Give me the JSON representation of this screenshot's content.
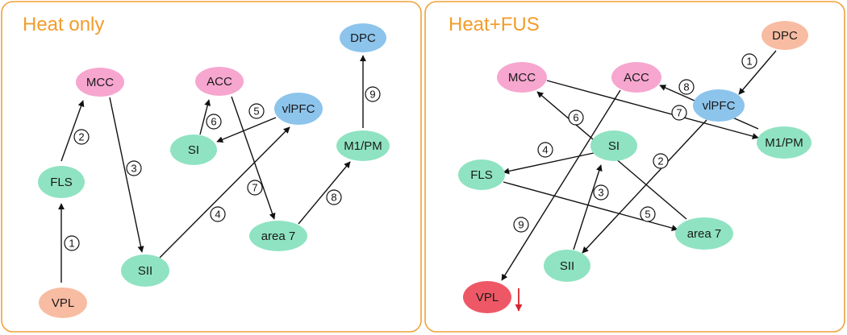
{
  "colors": {
    "panel_border": "#f0a23a",
    "title": "#f39c2b",
    "pink": "#f6a6cf",
    "green": "#8fe3c2",
    "blue": "#8cc4ec",
    "salmon": "#f8bca2",
    "red": "#ee5866",
    "arrow": "#111111",
    "down_arrow": "#d9262e"
  },
  "panels": [
    {
      "title": "Heat only",
      "nodes": [
        {
          "id": "MCC",
          "label": "MCC",
          "color": "pink"
        },
        {
          "id": "ACC",
          "label": "ACC",
          "color": "pink"
        },
        {
          "id": "DPC",
          "label": "DPC",
          "color": "blue"
        },
        {
          "id": "vlPFC",
          "label": "vlPFC",
          "color": "blue"
        },
        {
          "id": "SI",
          "label": "SI",
          "color": "green"
        },
        {
          "id": "M1PM",
          "label": "M1/PM",
          "color": "green"
        },
        {
          "id": "FLS",
          "label": "FLS",
          "color": "green"
        },
        {
          "id": "area7",
          "label": "area 7",
          "color": "green"
        },
        {
          "id": "SII",
          "label": "SII",
          "color": "green"
        },
        {
          "id": "VPL",
          "label": "VPL",
          "color": "salmon"
        }
      ],
      "edges": [
        {
          "step": "1",
          "from": "VPL",
          "to": "FLS"
        },
        {
          "step": "2",
          "from": "FLS",
          "to": "MCC"
        },
        {
          "step": "3",
          "from": "MCC",
          "to": "SII"
        },
        {
          "step": "4",
          "from": "SII",
          "to": "vlPFC"
        },
        {
          "step": "5",
          "from": "vlPFC",
          "to": "SI"
        },
        {
          "step": "6",
          "from": "SI",
          "to": "ACC"
        },
        {
          "step": "7",
          "from": "ACC",
          "to": "area7"
        },
        {
          "step": "8",
          "from": "area7",
          "to": "M1PM"
        },
        {
          "step": "9",
          "from": "M1PM",
          "to": "DPC"
        }
      ]
    },
    {
      "title": "Heat+FUS",
      "nodes": [
        {
          "id": "DPC",
          "label": "DPC",
          "color": "salmon"
        },
        {
          "id": "MCC",
          "label": "MCC",
          "color": "pink"
        },
        {
          "id": "ACC",
          "label": "ACC",
          "color": "pink"
        },
        {
          "id": "vlPFC",
          "label": "vlPFC",
          "color": "blue"
        },
        {
          "id": "M1PM",
          "label": "M1/PM",
          "color": "green"
        },
        {
          "id": "SI",
          "label": "SI",
          "color": "green"
        },
        {
          "id": "FLS",
          "label": "FLS",
          "color": "green"
        },
        {
          "id": "area7",
          "label": "area 7",
          "color": "green"
        },
        {
          "id": "SII",
          "label": "SII",
          "color": "green"
        },
        {
          "id": "VPL",
          "label": "VPL",
          "color": "red",
          "decreased": true
        }
      ],
      "edges": [
        {
          "step": "1",
          "from": "DPC",
          "to": "vlPFC"
        },
        {
          "step": "2",
          "from": "vlPFC",
          "to": "SII"
        },
        {
          "step": "3",
          "from": "SII",
          "to": "SI"
        },
        {
          "step": "4",
          "from": "SI",
          "to": "FLS"
        },
        {
          "step": "5",
          "from": "FLS",
          "to": "area7"
        },
        {
          "step": "6",
          "from": "area7",
          "to": "MCC"
        },
        {
          "step": "7",
          "from": "MCC",
          "to": "M1PM"
        },
        {
          "step": "8",
          "from": "M1PM",
          "to": "ACC"
        },
        {
          "step": "9",
          "from": "ACC",
          "to": "VPL"
        }
      ]
    }
  ]
}
